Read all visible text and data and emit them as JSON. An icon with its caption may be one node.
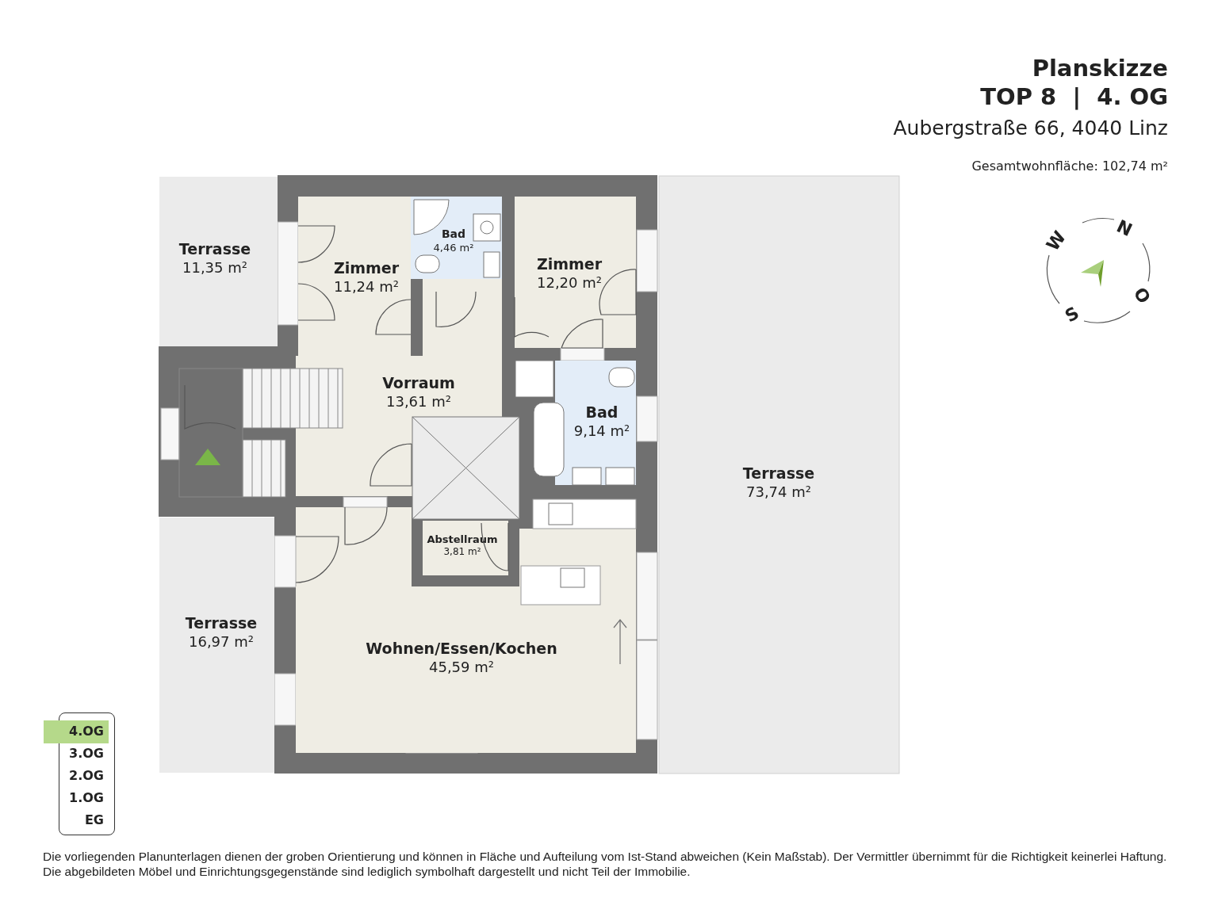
{
  "diagram": {
    "title": "Planskizze",
    "caption": "Die vorliegenden Planunterlagen dienen der groben Orientierung und können in Fläche und Aufteilung vom Ist-Stand abweichen (Kein Maßstab). Der Vermittler übernimmt für die Richtigkeit keinerlei Haftung. Die abgebildeten Möbel und Einrichtungsgegenstände sind lediglich symbolhaft dargestellt und nicht Teil der Immobilie.",
    "nodes": [
      {
        "text": [
          "Terrasse",
          "11,35 m²"
        ]
      },
      {
        "text": [
          "Zimmer",
          "11,24 m²"
        ]
      },
      {
        "text": [
          "Bad",
          "4,46 m²"
        ]
      },
      {
        "text": [
          "Zimmer",
          "12,20 m²"
        ]
      },
      {
        "text": [
          "Vorraum",
          "13,61 m²"
        ]
      },
      {
        "text": [
          "Bad",
          "9,14 m²"
        ]
      },
      {
        "text": [
          "Abstellraum",
          "3,81 m²"
        ]
      },
      {
        "text": [
          "Terrasse",
          "16,97 m²"
        ]
      },
      {
        "text": [
          "Wohnen/Essen/Kochen",
          "45,59 m²"
        ]
      },
      {
        "text": [
          "Terrasse",
          "73,74 m²"
        ]
      }
    ],
    "labels": [
      "TOP 8  |  4. OG",
      "Aubergstraße 66, 4040 Linz",
      "Gesamtwohnfläche: 102,74 m²",
      "N",
      "W",
      "O",
      "S",
      "4.OG",
      "3.OG",
      "2.OG",
      "1.OG",
      "EG"
    ]
  }
}
